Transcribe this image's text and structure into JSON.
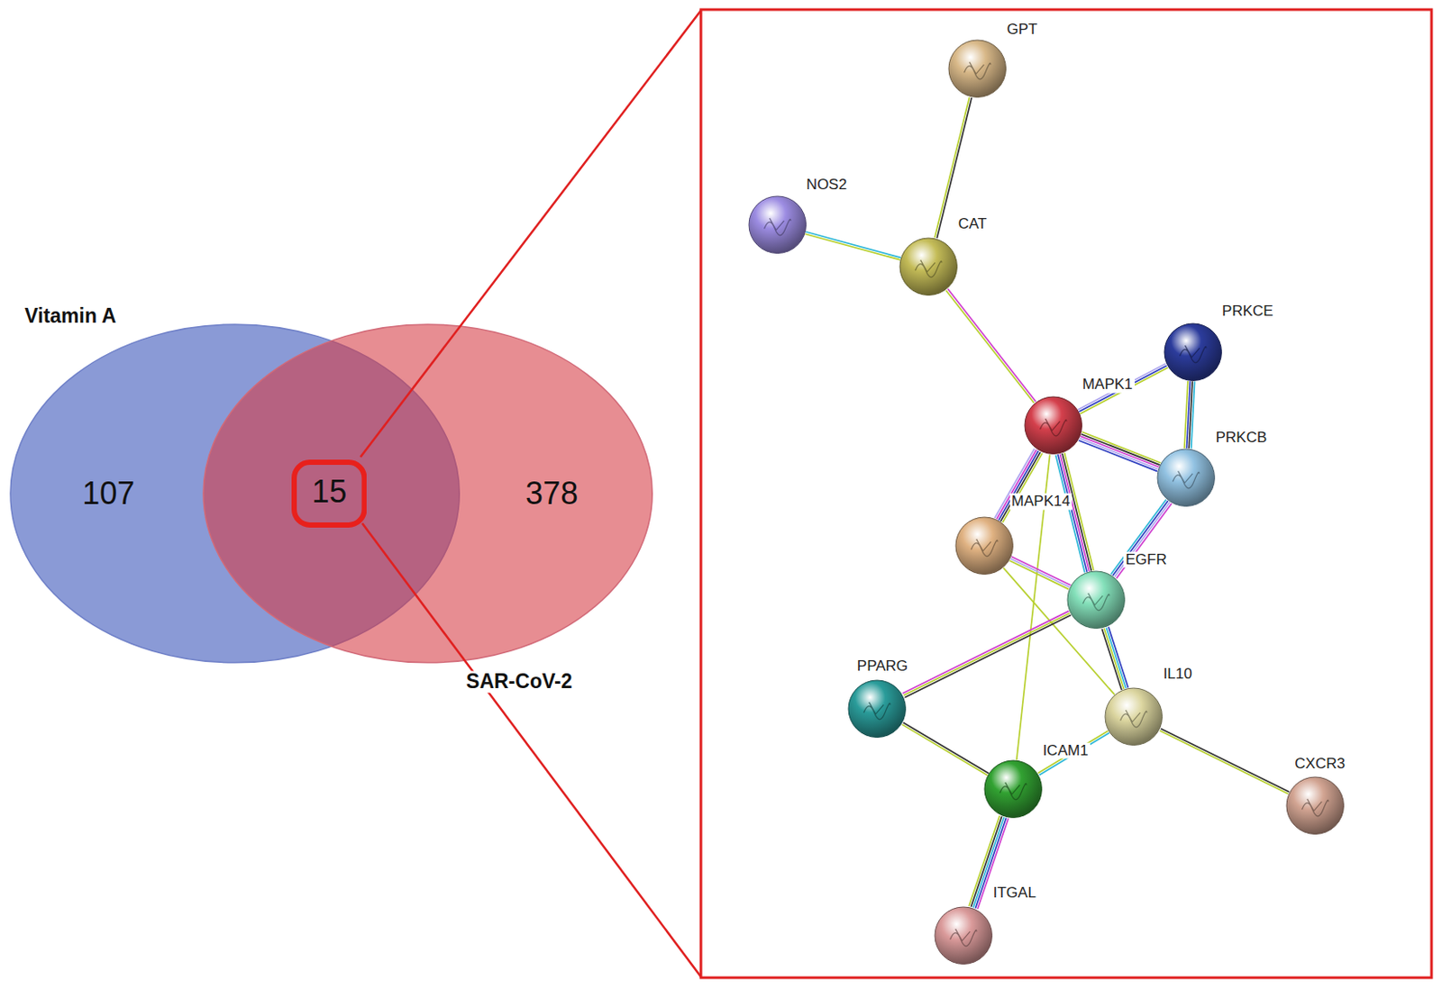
{
  "diagram": {
    "nodes": [
      {
        "text": [
          "Vitamin A",
          "107"
        ]
      },
      {
        "text": [
          "15"
        ]
      },
      {
        "text": [
          "378",
          "SAR-CoV-2"
        ]
      },
      {
        "text": [
          "GPT"
        ]
      },
      {
        "text": [
          "NOS2"
        ]
      },
      {
        "text": [
          "CAT"
        ]
      },
      {
        "text": [
          "PRKCE"
        ]
      },
      {
        "text": [
          "MAPK1"
        ]
      },
      {
        "text": [
          "PRKCB"
        ]
      },
      {
        "text": [
          "MAPK14"
        ]
      },
      {
        "text": [
          "EGFR"
        ]
      },
      {
        "text": [
          "PPARG"
        ]
      },
      {
        "text": [
          "IL10"
        ]
      },
      {
        "text": [
          "ICAM1"
        ]
      },
      {
        "text": [
          "CXCR3"
        ]
      },
      {
        "text": [
          "ITGAL"
        ]
      }
    ],
    "edges": [
      {
        "from": 3,
        "to": 5,
        "arrow": "none"
      },
      {
        "from": 4,
        "to": 5,
        "arrow": "none"
      },
      {
        "from": 5,
        "to": 7,
        "arrow": "none"
      },
      {
        "from": 7,
        "to": 6,
        "arrow": "none"
      },
      {
        "from": 7,
        "to": 8,
        "arrow": "none"
      },
      {
        "from": 6,
        "to": 8,
        "arrow": "none"
      },
      {
        "from": 7,
        "to": 9,
        "arrow": "none"
      },
      {
        "from": 7,
        "to": 10,
        "arrow": "none"
      },
      {
        "from": 7,
        "to": 13,
        "arrow": "none"
      },
      {
        "from": 9,
        "to": 10,
        "arrow": "none"
      },
      {
        "from": 9,
        "to": 12,
        "arrow": "none"
      },
      {
        "from": 8,
        "to": 10,
        "arrow": "none"
      },
      {
        "from": 10,
        "to": 11,
        "arrow": "none"
      },
      {
        "from": 10,
        "to": 12,
        "arrow": "none"
      },
      {
        "from": 11,
        "to": 13,
        "arrow": "none"
      },
      {
        "from": 12,
        "to": 13,
        "arrow": "none"
      },
      {
        "from": 12,
        "to": 14,
        "arrow": "none"
      },
      {
        "from": 13,
        "to": 15,
        "arrow": "none"
      }
    ]
  }
}
